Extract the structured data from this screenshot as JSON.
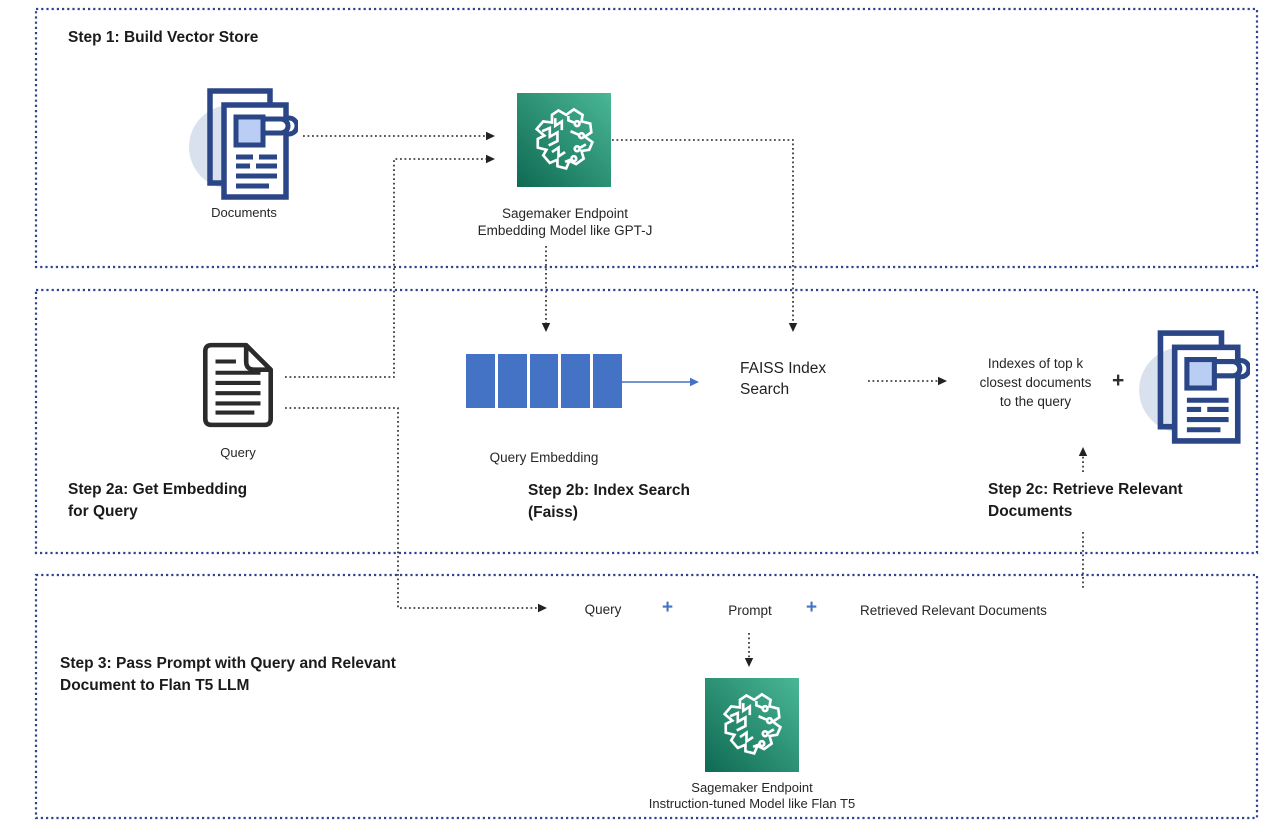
{
  "colors": {
    "accent_blue": "#4472C4",
    "box_border": "#2F4490",
    "doc_navy": "#2A4687",
    "doc_fill": "#B9CDF5",
    "circle_bg": "#DAE1EE",
    "ink": "#222222",
    "teal_dark": "#0E6A53",
    "teal_light": "#4AB795"
  },
  "step1": {
    "title": "Step 1: Build Vector Store",
    "documents_label": "Documents",
    "endpoint_caption_line1": "Sagemaker Endpoint",
    "endpoint_caption_line2": "Embedding Model like GPT-J"
  },
  "step2": {
    "query_label": "Query",
    "step2a_line1": "Step 2a: Get Embedding",
    "step2a_line2": "for Query",
    "embedding_label": "Query Embedding",
    "embedding_cell_count": 5,
    "step2b_line1": "Step 2b: Index Search",
    "step2b_line2": "(Faiss)",
    "faiss_line1": "FAISS Index",
    "faiss_line2": "Search",
    "indexes_line1": "Indexes of top k",
    "indexes_line2": "closest documents",
    "indexes_line3": "to the query",
    "plus": "+",
    "step2c_line1": "Step 2c: Retrieve Relevant",
    "step2c_line2": "Documents"
  },
  "step3": {
    "title_line1": "Step 3: Pass Prompt with Query and Relevant",
    "title_line2": "Document to Flan T5 LLM",
    "query": "Query",
    "plus1": "+",
    "prompt": "Prompt",
    "plus2": "+",
    "retrieved": "Retrieved Relevant Documents",
    "endpoint_caption_line1": "Sagemaker Endpoint",
    "endpoint_caption_line2": "Instruction-tuned Model like Flan T5"
  }
}
